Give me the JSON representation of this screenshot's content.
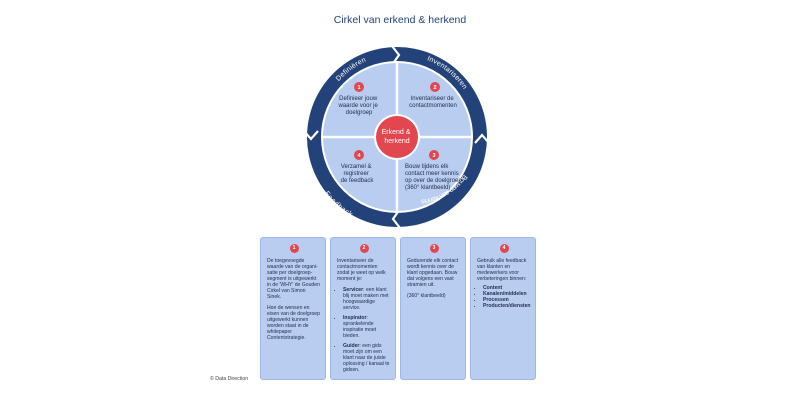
{
  "title": "Cirkel van erkend & herkend",
  "colors": {
    "ring": "#23427a",
    "quadrant": "#b9cdf0",
    "center": "#e2464f",
    "badge": "#e2464f"
  },
  "center_label": [
    "Erkend &",
    "herkend"
  ],
  "ring_labels": {
    "definieren": "Definiëren",
    "inventariseren": "Inventariseren",
    "bouwen": "Bouwen aan kennis",
    "feedback": "Feedback"
  },
  "quadrants": [
    {
      "num": "1",
      "lines": [
        "Definieer jouw",
        "waarde voor je",
        "doelgroep"
      ]
    },
    {
      "num": "2",
      "lines": [
        "Inventariseer de",
        "contactmomenten"
      ]
    },
    {
      "num": "3",
      "lines": [
        "Bouw tijdens elk",
        "contact meer kennis",
        "op over de doelgroep",
        "(360° klantbeeld)"
      ]
    },
    {
      "num": "4",
      "lines": [
        "Verzamel &",
        "registreer",
        "de feedback"
      ]
    }
  ],
  "cards": [
    {
      "num": "1",
      "p1": "De toegevoegde waarde van de organi-satie per doelgroep-segment is uitgewerkt in de 'WHY' de Gouden Cirkel van Simon Sinek.",
      "p2": "Hoe de wensen en eisen van de doelgroep uitgewerkt kunnen worden staat in de whitepaper Contentstrategie."
    },
    {
      "num": "2",
      "intro": "Inventariseer de contactmomenten zodat je weet op welk moment je:",
      "items": [
        {
          "term": "Servicer",
          "rest": ": een klant blij moet maken met hoogwaardige service."
        },
        {
          "term": "Inspirator",
          "rest": ": sprankelende inspiratie moet bieden."
        },
        {
          "term": "Guider",
          "rest": ": een gids moet zijn om een klant naar de juiste oplossing / kanaal te gidsen."
        }
      ]
    },
    {
      "num": "3",
      "p1": "Gedurende elk contact wordt kennis over de klant opgedaan. Bouw dat volgens een vast stramien uit.",
      "p2": "(360° klantbeeld)"
    },
    {
      "num": "4",
      "p1": "Gebruik alle feedback van klanten en medewerkers voor verbeteringen binnen:",
      "items": [
        "Content",
        "Kanalen/middelen",
        "Processen",
        "Producten/diensten"
      ]
    }
  ],
  "copyright": "© Data Direction"
}
